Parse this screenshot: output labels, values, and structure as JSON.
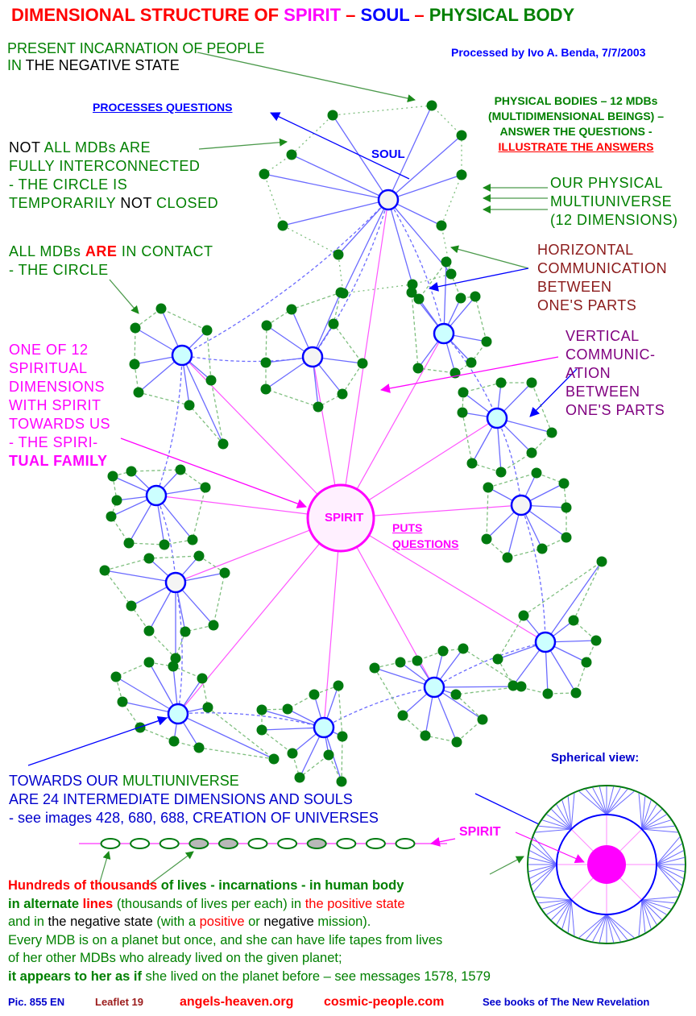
{
  "title": {
    "part1": "DIMENSIONAL STRUCTURE OF ",
    "spirit": "SPIRIT",
    "dash1": " – ",
    "soul": "SOUL",
    "dash2": " – ",
    "body": "PHYSICAL BODY"
  },
  "credit": "Processed by Ivo A. Benda, 7/7/2003",
  "labels": {
    "present_incarnation": {
      "line1": "PRESENT INCARNATION OF PEOPLE",
      "line2_a": "IN",
      "line2_b": " THE NEGATIVE STATE"
    },
    "processes_questions": "PROCESSES QUESTIONS",
    "soul": "SOUL",
    "not_all": {
      "l1_a": "NOT",
      "l1_b": " ALL MDBs ARE",
      "l2": "FULLY INTERCONNECTED",
      "l3": "- THE CIRCLE IS",
      "l4_a": "TEMPORARILY ",
      "l4_b": "NOT",
      "l4_c": " CLOSED"
    },
    "physical_bodies": {
      "l1": "PHYSICAL BODIES – 12 MDBs",
      "l2": "(MULTIDIMENSIONAL BEINGS) –",
      "l3": "ANSWER THE QUESTIONS -",
      "l4": "ILLUSTRATE THE ANSWERS"
    },
    "our_physical": {
      "l1": "OUR PHYSICAL",
      "l2": "MULTIUNIVERSE",
      "l3": "(12 DIMENSIONS)"
    },
    "all_mdbs": {
      "l1_a": "ALL MDBs ",
      "l1_b": "ARE",
      "l1_c": " IN CONTACT",
      "l2": "- THE CIRCLE"
    },
    "horizontal": {
      "l1": "HORIZONTAL",
      "l2": "COMMUNICATION",
      "l3": "BETWEEN",
      "l4": "ONE'S PARTS"
    },
    "vertical": {
      "l1": "VERTICAL",
      "l2": "COMMUNIC-",
      "l3": "ATION",
      "l4": "BETWEEN",
      "l5": "ONE'S PARTS"
    },
    "one_of_12": {
      "l1": "ONE OF 12",
      "l2": "SPIRITUAL",
      "l3": "DIMENSIONS",
      "l4": "WITH SPIRIT",
      "l5": "TOWARDS US",
      "l6": "- THE SPIRI-",
      "l7": "TUAL FAMILY"
    },
    "spirit_center": "SPIRIT",
    "puts_questions": {
      "l1": "PUTS",
      "l2": "QUESTIONS"
    },
    "towards": {
      "l1_a": "TOWARDS OUR ",
      "l1_b": "MULTIUNIVERSE",
      "l2": "ARE 24 INTERMEDIATE DIMENSIONS AND SOULS",
      "l3": "- see images 428, 680, 688, CREATION OF UNIVERSES"
    },
    "spirit_line": "SPIRIT",
    "spherical_view": "Spherical view:"
  },
  "paragraph": {
    "l1_a": "Hundreds of thousands",
    "l1_b": " of lives - incarnations - in human body",
    "l2_a": "in alternate ",
    "l2_b": "lines",
    "l2_c": " (thousands of lives per each) in ",
    "l2_d": "the positive state",
    "l3_a": "and in ",
    "l3_b": "the negative state",
    "l3_c": " (with a ",
    "l3_d": "positive",
    "l3_e": " or ",
    "l3_f": "negative",
    "l3_g": " mission).",
    "l4": "Every MDB is on a planet but once, and she can have life tapes from lives",
    "l5": "of her other MDBs who already lived on the given planet;",
    "l6_a": "it appears to her as if",
    "l6_b": " she lived on the planet before – see messages 1578, 1579"
  },
  "footer": {
    "pic": "Pic. 855 EN",
    "leaflet": "Leaflet 19",
    "site1": "angels-heaven.org",
    "site2": "cosmic-people.com",
    "books": "See books of The New Revelation"
  },
  "lives_line": {
    "oval_count": 11,
    "filled_ovals": [
      4,
      5,
      8
    ]
  },
  "colors": {
    "spirit": "#ff00ff",
    "soul": "#0000ff",
    "mdb": "#007a0f",
    "dimension_fill": "#ccffff",
    "soul_fill": "#f4f4f4",
    "spirit_fill": "#fff0ff",
    "gray_oval": "#b8b8b8"
  }
}
